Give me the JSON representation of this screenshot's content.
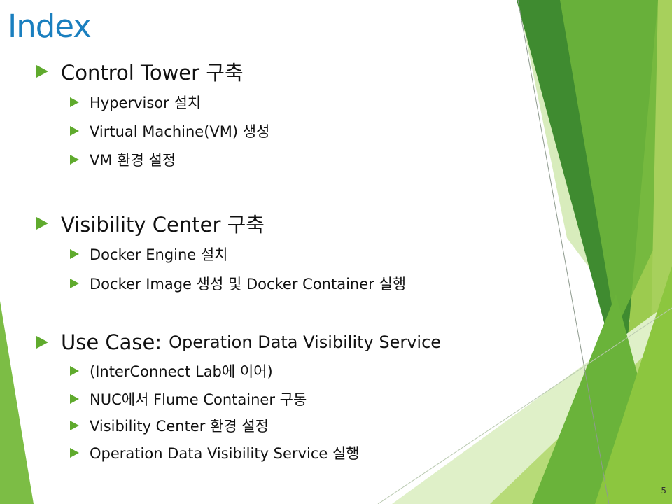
{
  "slide": {
    "title": "Index",
    "page_number": "5"
  },
  "sections": [
    {
      "heading": "Control Tower 구축",
      "items": [
        "Hypervisor 설치",
        "Virtual Machine(VM) 생성",
        "VM 환경 설정"
      ]
    },
    {
      "heading": "Visibility Center 구축",
      "items": [
        "Docker Engine 설치",
        "Docker Image 생성 및 Docker Container 실행"
      ]
    },
    {
      "heading": "Use Case:",
      "heading_sub": "Operation Data Visibility Service",
      "items": [
        "(InterConnect Lab에 이어)",
        "NUC에서 Flume Container 구동",
        "Visibility Center 환경 설정",
        "Operation Data Visibility Service 실행"
      ]
    }
  ],
  "colors": {
    "title": "#1a7fbf",
    "bullet": "#5faa2d",
    "decor_dark": "#3e8a2f",
    "decor_mid": "#6eb43f",
    "decor_light": "#a9d46a",
    "decor_pale": "#d5ebb5"
  }
}
